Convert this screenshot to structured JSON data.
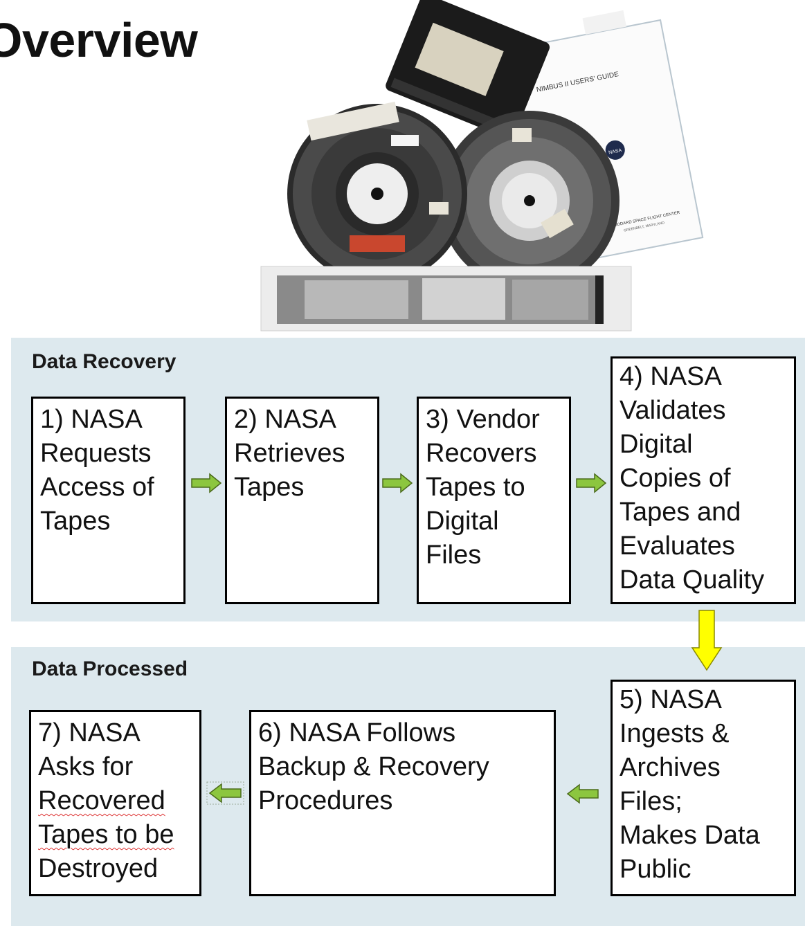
{
  "page_title": "Overview",
  "photo": {
    "manual_title": "NIMBUS II USERS' GUIDE",
    "manual_center": "GODDARD SPACE FLIGHT CENTER",
    "manual_location": "GREENBELT, MARYLAND",
    "manual_logo": "NASA"
  },
  "sections": {
    "recovery_title": "Data Recovery",
    "processed_title": "Data Processed"
  },
  "steps": [
    {
      "text": "1) NASA\nRequests\nAccess of\nTapes"
    },
    {
      "text": "2) NASA\nRetrieves\nTapes"
    },
    {
      "text": "3) Vendor\nRecovers\nTapes to\nDigital\nFiles"
    },
    {
      "text": "4) NASA\nValidates\nDigital\nCopies of\nTapes and\nEvaluates\nData Quality"
    },
    {
      "text": "5) NASA\nIngests &\nArchives\nFiles;\nMakes Data\nPublic"
    },
    {
      "text": "6) NASA Follows\nBackup & Recovery\nProcedures"
    },
    {
      "text_line1": "7) NASA",
      "text_line2": "Asks for",
      "text_line3": "Recovered",
      "text_line4": "Tapes to be",
      "text_line5": "Destroyed"
    }
  ],
  "colors": {
    "panel_bg": "#dde9ee",
    "arrow_green": "#8cc63f",
    "arrow_yellow": "#ffff00"
  }
}
